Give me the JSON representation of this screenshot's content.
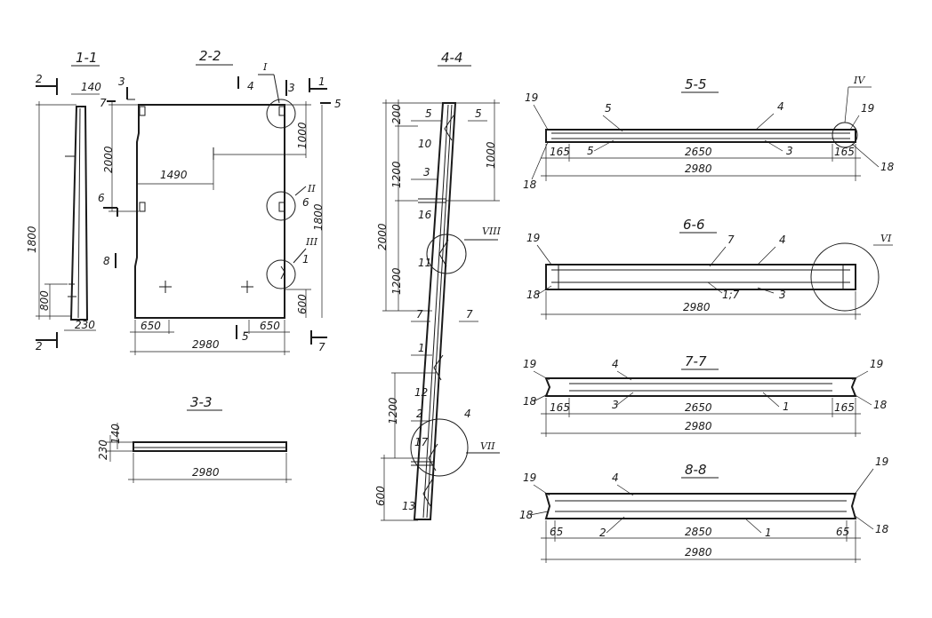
{
  "sections": {
    "s1": {
      "title": "1-1",
      "marks": [
        "2",
        "2"
      ],
      "dims": [
        "140",
        "1800",
        "800",
        "230"
      ]
    },
    "s2": {
      "title": "2-2",
      "marks": [
        "I",
        "II",
        "III",
        "3",
        "3",
        "6",
        "6",
        "8",
        "1",
        "1",
        "5",
        "7",
        "4",
        "5",
        "7"
      ],
      "dims": [
        "2000",
        "1490",
        "1000",
        "1800",
        "600",
        "650",
        "650",
        "2980"
      ]
    },
    "s3": {
      "title": "3-3",
      "dims": [
        "230",
        "140",
        "2980"
      ]
    },
    "s4": {
      "title": "4-4",
      "labels": [
        "5",
        "5",
        "10",
        "3",
        "16",
        "11",
        "7",
        "7",
        "1",
        "12",
        "2",
        "4",
        "17",
        "13"
      ],
      "romans": [
        "VIII",
        "VII"
      ],
      "dims": [
        "200",
        "1000",
        "1200",
        "2000",
        "1200",
        "1200",
        "600"
      ]
    },
    "s5": {
      "title": "5-5",
      "labels": [
        "19",
        "5",
        "4",
        "19",
        "5",
        "3",
        "18",
        "18"
      ],
      "romans": [
        "IV"
      ],
      "dims": [
        "165",
        "2650",
        "165",
        "2980"
      ]
    },
    "s6": {
      "title": "6-6",
      "labels": [
        "19",
        "7",
        "4",
        "18",
        "1;7",
        "3"
      ],
      "romans": [
        "VI"
      ],
      "dims": [
        "2980"
      ]
    },
    "s7": {
      "title": "7-7",
      "labels": [
        "19",
        "4",
        "19",
        "18",
        "3",
        "1",
        "18"
      ],
      "dims": [
        "165",
        "2650",
        "165",
        "2980"
      ]
    },
    "s8": {
      "title": "8-8",
      "labels": [
        "19",
        "4",
        "19",
        "18",
        "2",
        "1",
        "18"
      ],
      "dims": [
        "65",
        "2850",
        "65",
        "2980"
      ]
    }
  }
}
